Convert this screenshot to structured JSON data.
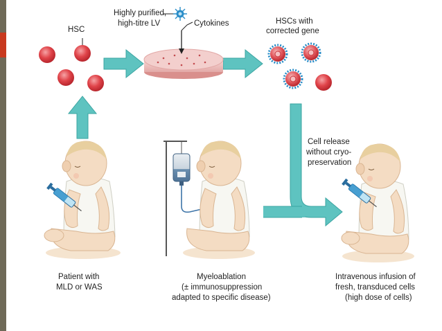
{
  "labels": {
    "hsc": "HSC",
    "lentivirus_line1": "Highly purified,",
    "lentivirus_line2": "high-titre LV",
    "cytokines": "Cytokines",
    "corrected_line1": "HSCs with",
    "corrected_line2": "corrected gene",
    "release_line1": "Cell release",
    "release_line2": "without cryo-",
    "release_line3": "preservation"
  },
  "captions": {
    "patient_line1": "Patient with",
    "patient_line2": "MLD or WAS",
    "myelo_line1": "Myeloablation",
    "myelo_line2": "(± immunosuppression",
    "myelo_line3": "adapted to specific disease)",
    "infusion_line1": "Intravenous infusion of",
    "infusion_line2": "fresh, transduced cells",
    "infusion_line3": "(high dose of cells)"
  },
  "colors": {
    "arrow": "#5ec3c0",
    "arrow_edge": "#3ba5a2",
    "cell": "#e0444a",
    "cell_light": "#f6a3a5",
    "virus": "#2a8dc8",
    "skin": "#f4dcc3",
    "skin_shade": "#e6c3a0",
    "hair": "#e8cf9f",
    "clothing": "#f7f7f2",
    "shadow": "#f5e4cf",
    "dish": "#f0c6c4",
    "iv_bag": "#6a8fb0",
    "tube": "#3d74a8",
    "side_bar": "#6f6a58",
    "side_accent": "#c8391f"
  },
  "icons": [
    "syringe-icon",
    "iv-bag-icon",
    "virus-icon",
    "petri-dish-icon"
  ]
}
